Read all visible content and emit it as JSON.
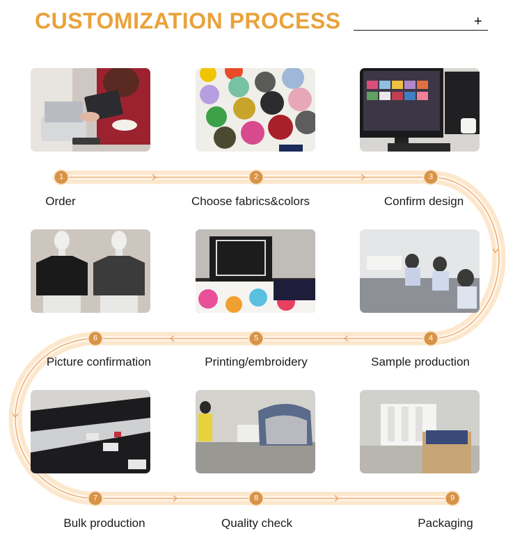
{
  "header": {
    "title": "CUSTOMIZATION PROCESS",
    "plus": "+"
  },
  "steps": [
    {
      "number": "1",
      "label": "Order"
    },
    {
      "number": "2",
      "label": "Choose fabrics&colors"
    },
    {
      "number": "3",
      "label": "Confirm design"
    },
    {
      "number": "4",
      "label": "Sample production"
    },
    {
      "number": "5",
      "label": "Printing/embroidery"
    },
    {
      "number": "6",
      "label": "Picture confirmation"
    },
    {
      "number": "7",
      "label": "Bulk production"
    },
    {
      "number": "8",
      "label": "Quality check"
    },
    {
      "number": "9",
      "label": "Packaging"
    }
  ],
  "colors": {
    "accent": "#e9a23b",
    "track": "#fde7cc",
    "dot": "#d89347",
    "arrow": "#e9a060"
  }
}
